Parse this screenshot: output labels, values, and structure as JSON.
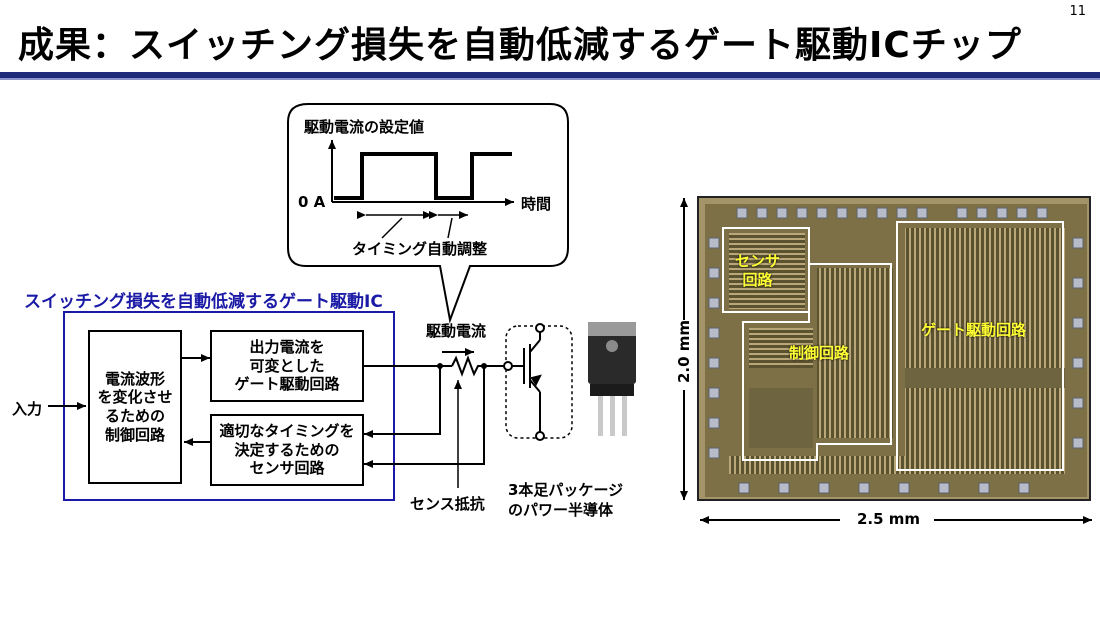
{
  "header": {
    "page_number": "11",
    "title": "成果：スイッチング損失を自動低減するゲート駆動ICチップ"
  },
  "diagram": {
    "callout": {
      "heading": "駆動電流の設定値",
      "zero_label": "0 A",
      "time_label": "時間",
      "timing_label": "タイミング自動調整"
    },
    "ic_label": "スイッチング損失を自動低減するゲート駆動IC",
    "input_label": "入力",
    "control_block": "電流波形\nを変化させ\nるための\n制御回路",
    "output_block": "出力電流を\n可変とした\nゲート駆動回路",
    "sensor_block": "適切なタイミングを\n決定するための\nセンサ回路",
    "drive_current_label": "駆動電流",
    "sense_resistor_label": "センス抵抗",
    "package_label": "3本足パッケージ\nのパワー半導体"
  },
  "chip_photo": {
    "sensor_label": "センサ\n回路",
    "control_label": "制御回路",
    "driver_label": "ゲート駆動回路",
    "height_label": "2.0 mm",
    "width_label": "2.5 mm"
  },
  "colors": {
    "title_rule": "#1f2a7a",
    "ic_box": "#1a1aa6",
    "chip_label": "#ffff33"
  }
}
